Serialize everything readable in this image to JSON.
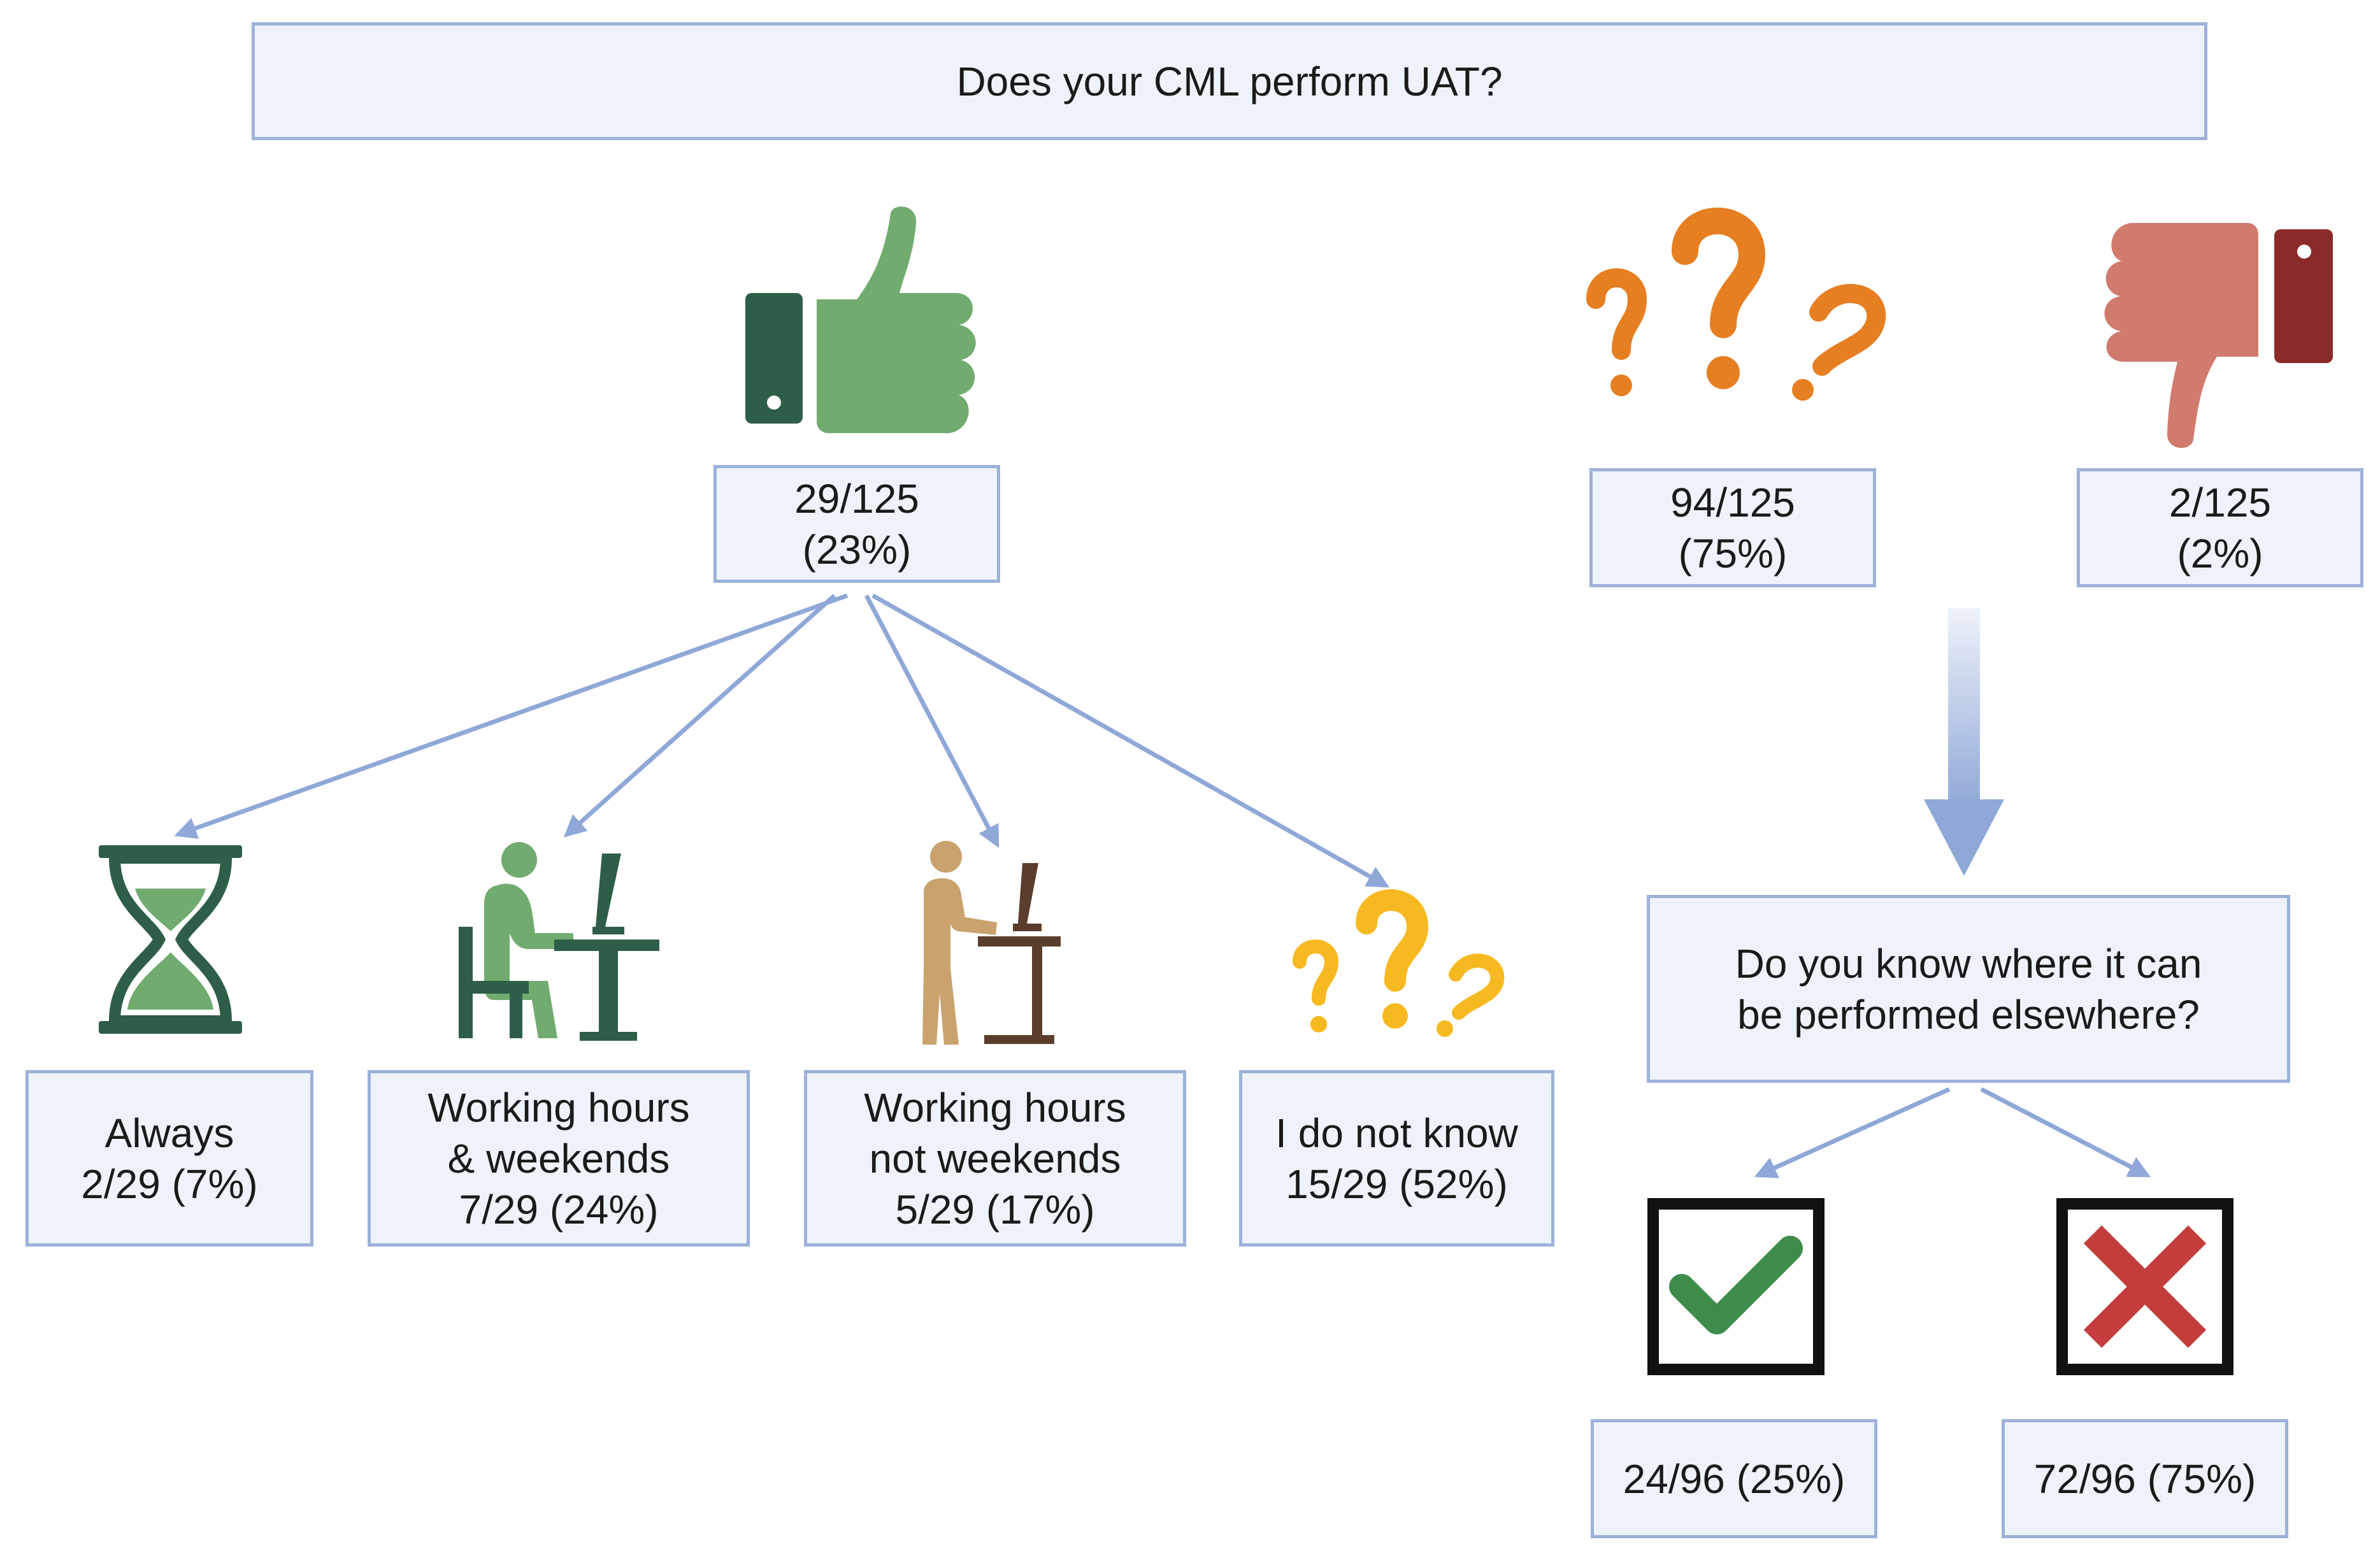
{
  "question": "Does your CML perform UAT?",
  "branches": {
    "yes": {
      "count": "29/125",
      "pct": "(23%)",
      "icon": "thumbs-up-icon"
    },
    "unknown": {
      "count": "94/125",
      "pct": "(75%)",
      "icon": "question-marks-icon"
    },
    "no": {
      "count": "2/125",
      "pct": "(2%)",
      "icon": "thumbs-down-icon"
    }
  },
  "yes_options": [
    {
      "line1": "Always",
      "line2": "2/29 (7%)",
      "icon": "hourglass-icon"
    },
    {
      "line1": "Working hours",
      "line2": "& weekends",
      "line3": "7/29 (24%)",
      "icon": "person-seated-computer-icon"
    },
    {
      "line1": "Working hours",
      "line2": "not weekends",
      "line3": "5/29 (17%)",
      "icon": "person-standing-computer-icon"
    },
    {
      "line1": "I do not know",
      "line2": "15/29 (52%)",
      "icon": "question-marks-icon"
    }
  ],
  "followup": {
    "question_line1": "Do you know where it can",
    "question_line2": "be performed elsewhere?",
    "yes": {
      "value": "24/96 (25%)",
      "icon": "checkmark-icon"
    },
    "no": {
      "value": "72/96 (75%)",
      "icon": "x-mark-icon"
    }
  },
  "colors": {
    "box_fill": "#eef3fb",
    "box_border": "#9db1d9",
    "arrow": "#8fa8d8",
    "green_light": "#71ab6f",
    "green_dark": "#2e5e47",
    "orange": "#e67e22",
    "yellow": "#f6b921",
    "red_light": "#d07b6e",
    "red_dark": "#8b2a2a",
    "tan": "#c9a26e",
    "brown": "#5a3e2b"
  }
}
